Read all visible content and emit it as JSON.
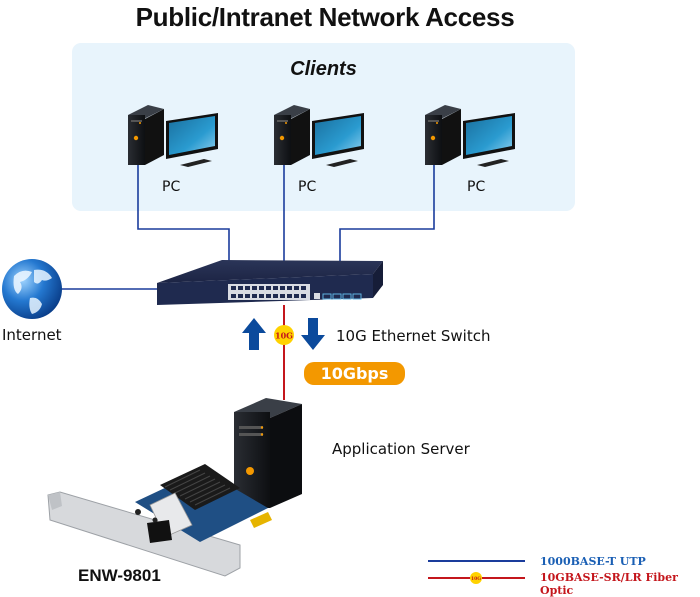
{
  "title": "Public/Intranet Network Access",
  "clients": {
    "label": "Clients",
    "pcs": [
      {
        "label": "PC"
      },
      {
        "label": "PC"
      },
      {
        "label": "PC"
      }
    ]
  },
  "internet": {
    "label": "Internet"
  },
  "switch": {
    "label": "10G Ethernet Switch",
    "link_badge": "10G"
  },
  "speed_badge": "10Gbps",
  "server": {
    "label": "Application Server"
  },
  "nic": {
    "label": "ENW-9801"
  },
  "legend": {
    "utp": {
      "label": "1000BASE-T UTP",
      "color": "#1a3c9c"
    },
    "fiber": {
      "label": "10GBASE-SR/LR Fiber Optic",
      "color": "#c4161c",
      "badge": "10G"
    }
  },
  "colors": {
    "utp_line": "#1a3c9c",
    "fiber_line": "#c4161c",
    "badge_orange": "#f39800",
    "badge_yellow": "#ffd200",
    "arrow_blue": "#0b4a9c",
    "clients_bg": "#e8f4fc"
  }
}
